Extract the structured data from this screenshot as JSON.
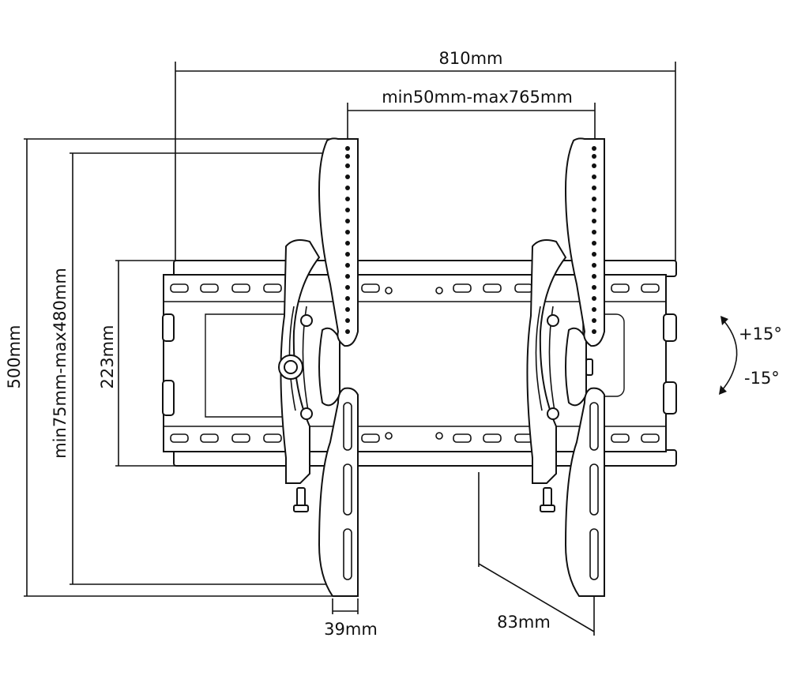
{
  "dimensions": {
    "overall_width": "810mm",
    "arm_spacing": "min50mm-max765mm",
    "overall_height": "500mm",
    "arm_range": "min75mm-max480mm",
    "plate_height": "223mm",
    "arm_width": "39mm",
    "depth": "83mm"
  },
  "tilt": {
    "up": "+15°",
    "down": "-15°"
  }
}
